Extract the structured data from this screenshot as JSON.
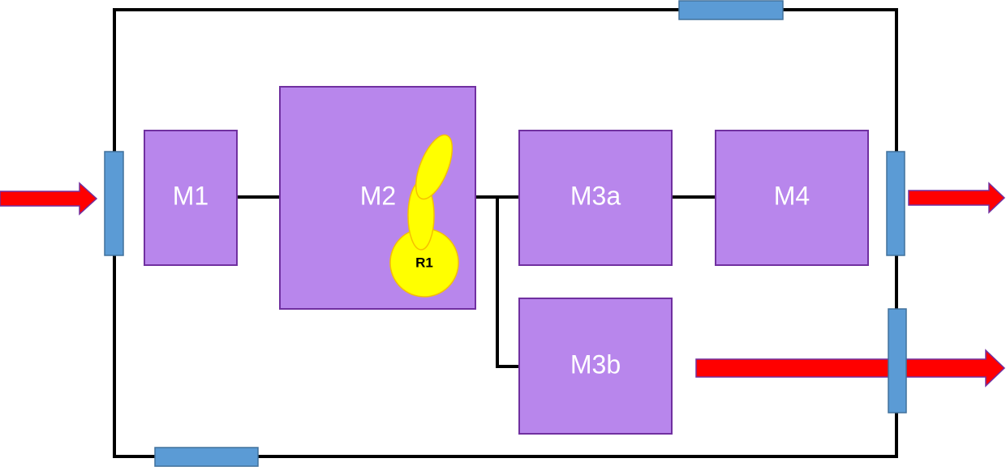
{
  "colors": {
    "module_fill": "#b886ec",
    "module_stroke": "#7030a0",
    "port_fill": "#5b9bd5",
    "port_stroke": "#41719c",
    "arrow_fill": "#ff0000",
    "arrow_stroke": "#7030a0",
    "robot_fill": "#ffff00",
    "robot_stroke": "#f5c000",
    "line": "#000000"
  },
  "modules": {
    "m1": "M1",
    "m2": "M2",
    "m3a": "M3a",
    "m3b": "M3b",
    "m4": "M4"
  },
  "robot": {
    "label": "R1"
  }
}
